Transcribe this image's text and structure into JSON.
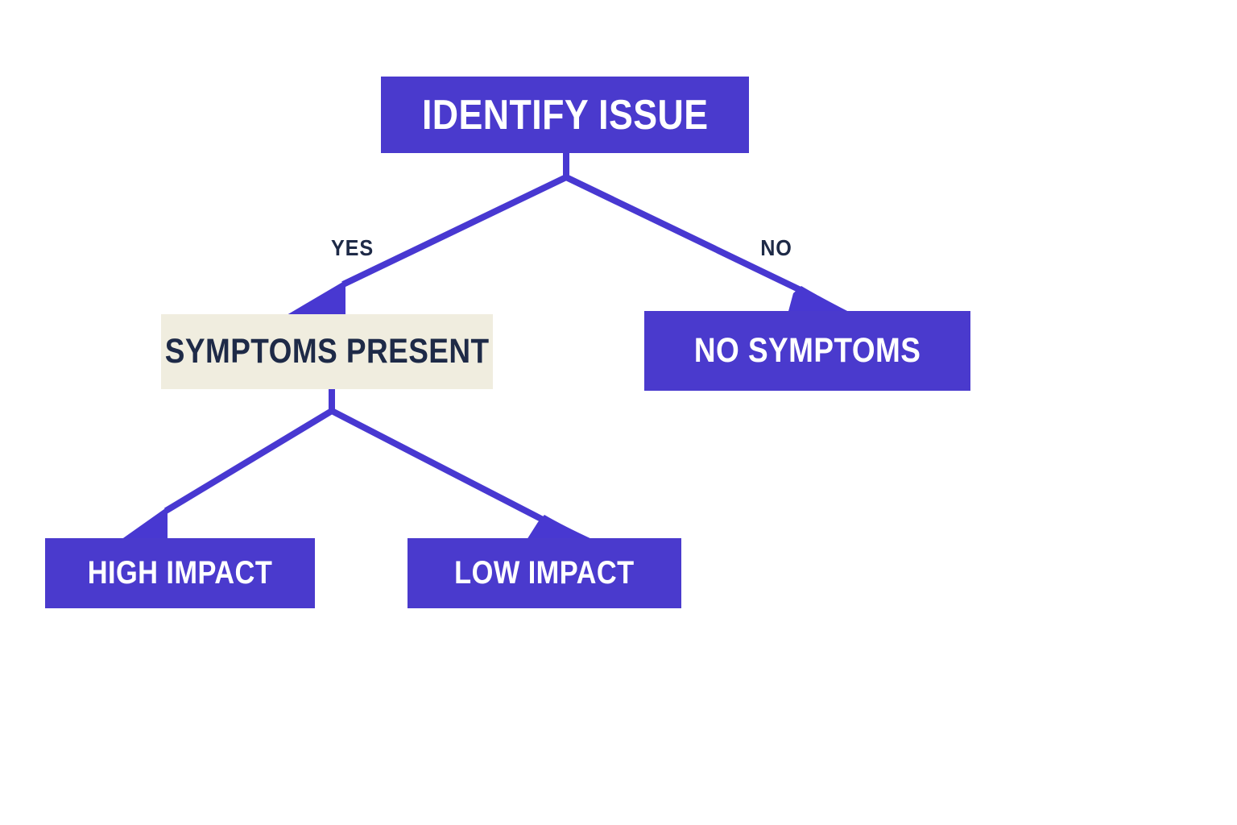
{
  "flowchart": {
    "root": {
      "label": "IDENTIFY ISSUE"
    },
    "edges": {
      "yes_label": "YES",
      "no_label": "NO"
    },
    "nodes": {
      "symptoms_present": {
        "label": "SYMPTOMS PRESENT"
      },
      "no_symptoms": {
        "label": "NO SYMPTOMS"
      },
      "high_impact": {
        "label": "HIGH IMPACT"
      },
      "low_impact": {
        "label": "LOW IMPACT"
      }
    }
  },
  "colors": {
    "node_purple": "#4a3acd",
    "node_cream": "#f0eddf",
    "connector_purple": "#4838d1",
    "text_navy": "#1e2a47",
    "text_white": "#ffffff",
    "background": "#ffffff"
  }
}
